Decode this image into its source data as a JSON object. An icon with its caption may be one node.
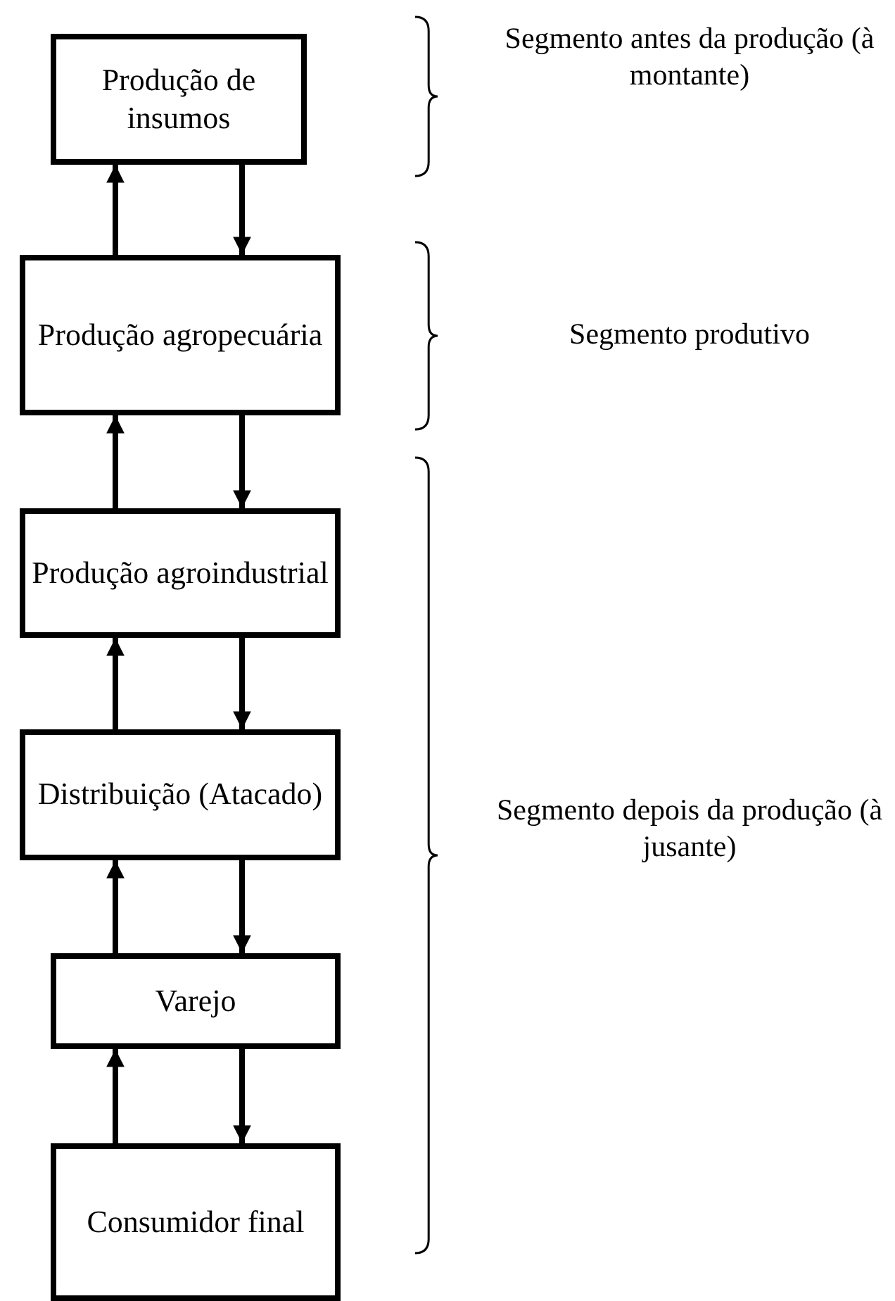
{
  "diagram": {
    "nodes": [
      {
        "text": [
          "Produção de insumos"
        ]
      },
      {
        "text": [
          "Produção agropecuária"
        ]
      },
      {
        "text": [
          "Produção agroindustrial"
        ]
      },
      {
        "text": [
          "Distribuição (Atacado)"
        ]
      },
      {
        "text": [
          "Varejo"
        ]
      },
      {
        "text": [
          "Consumidor final"
        ]
      }
    ],
    "edges": [
      {
        "from": 1,
        "to": 0,
        "arrow": "to"
      },
      {
        "from": 0,
        "to": 1,
        "arrow": "to"
      },
      {
        "from": 2,
        "to": 1,
        "arrow": "to"
      },
      {
        "from": 1,
        "to": 2,
        "arrow": "to"
      },
      {
        "from": 3,
        "to": 2,
        "arrow": "to"
      },
      {
        "from": 2,
        "to": 3,
        "arrow": "to"
      },
      {
        "from": 4,
        "to": 3,
        "arrow": "to"
      },
      {
        "from": 3,
        "to": 4,
        "arrow": "to"
      },
      {
        "from": 5,
        "to": 4,
        "arrow": "to"
      },
      {
        "from": 4,
        "to": 5,
        "arrow": "to"
      }
    ],
    "labels": [
      "Segmento antes da produção (à montante)",
      "Segmento produtivo",
      "Segmento depois da produção (à jusante)"
    ]
  }
}
